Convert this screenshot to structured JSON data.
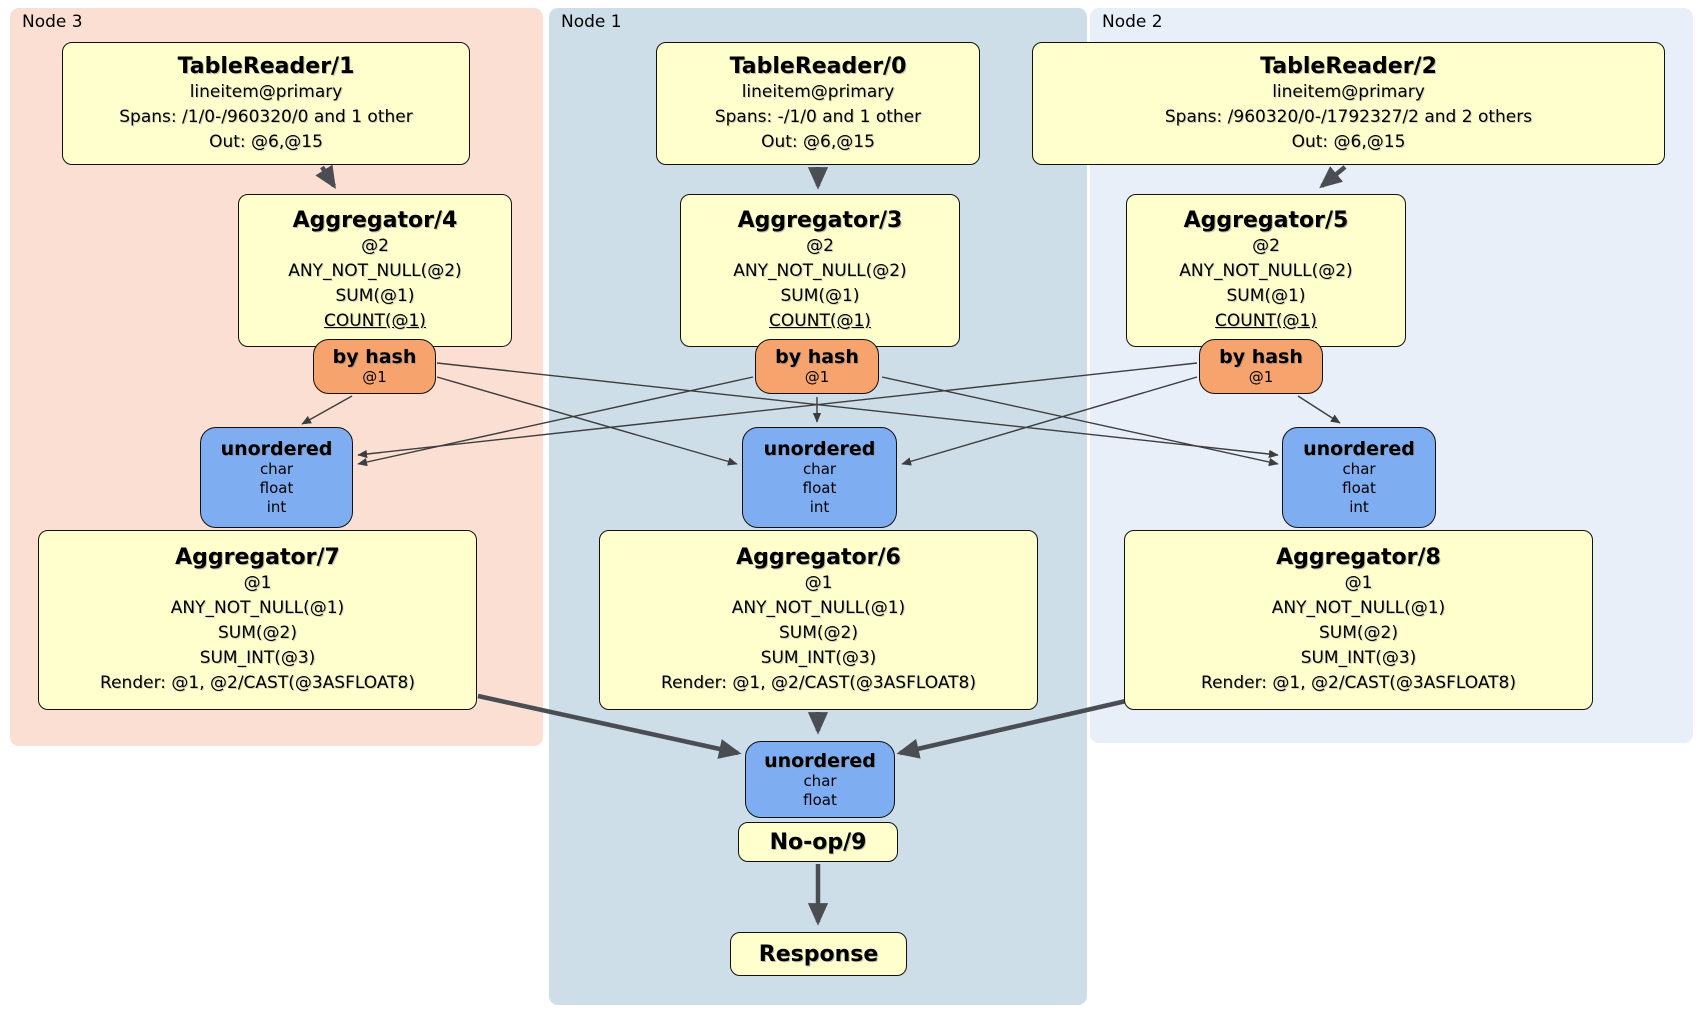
{
  "nodes": [
    {
      "label": "Node 3",
      "table_reader": {
        "title": "TableReader/1",
        "lines": [
          "lineitem@primary",
          "Spans: /1/0-/960320/0 and 1 other",
          "Out: @6,@15"
        ]
      },
      "pre_aggregator": {
        "title": "Aggregator/4",
        "lines": [
          "@2",
          "ANY_NOT_NULL(@2)",
          "SUM(@1)",
          "COUNT(@1)"
        ]
      },
      "router": {
        "title": "by hash",
        "detail": "@1"
      },
      "stream": {
        "title": "unordered",
        "types": [
          "char",
          "float",
          "int"
        ]
      },
      "post_aggregator": {
        "title": "Aggregator/7",
        "lines": [
          "@1",
          "ANY_NOT_NULL(@1)",
          "SUM(@2)",
          "SUM_INT(@3)",
          "Render: @1, @2/CAST(@3ASFLOAT8)"
        ]
      }
    },
    {
      "label": "Node 1",
      "table_reader": {
        "title": "TableReader/0",
        "lines": [
          "lineitem@primary",
          "Spans: -/1/0 and 1 other",
          "Out: @6,@15"
        ]
      },
      "pre_aggregator": {
        "title": "Aggregator/3",
        "lines": [
          "@2",
          "ANY_NOT_NULL(@2)",
          "SUM(@1)",
          "COUNT(@1)"
        ]
      },
      "router": {
        "title": "by hash",
        "detail": "@1"
      },
      "stream": {
        "title": "unordered",
        "types": [
          "char",
          "float",
          "int"
        ]
      },
      "post_aggregator": {
        "title": "Aggregator/6",
        "lines": [
          "@1",
          "ANY_NOT_NULL(@1)",
          "SUM(@2)",
          "SUM_INT(@3)",
          "Render: @1, @2/CAST(@3ASFLOAT8)"
        ]
      }
    },
    {
      "label": "Node 2",
      "table_reader": {
        "title": "TableReader/2",
        "lines": [
          "lineitem@primary",
          "Spans: /960320/0-/1792327/2 and 2 others",
          "Out: @6,@15"
        ]
      },
      "pre_aggregator": {
        "title": "Aggregator/5",
        "lines": [
          "@2",
          "ANY_NOT_NULL(@2)",
          "SUM(@1)",
          "COUNT(@1)"
        ]
      },
      "router": {
        "title": "by hash",
        "detail": "@1"
      },
      "stream": {
        "title": "unordered",
        "types": [
          "char",
          "float",
          "int"
        ]
      },
      "post_aggregator": {
        "title": "Aggregator/8",
        "lines": [
          "@1",
          "ANY_NOT_NULL(@1)",
          "SUM(@2)",
          "SUM_INT(@3)",
          "Render: @1, @2/CAST(@3ASFLOAT8)"
        ]
      }
    }
  ],
  "final_stage": {
    "stream": {
      "title": "unordered",
      "types": [
        "char",
        "float"
      ]
    },
    "noop_label": "No-op/9",
    "response_label": "Response"
  },
  "colors": {
    "node3_background": "#fbdfd2",
    "node1_background": "#cddee9",
    "node2_background": "#e8eff9",
    "processor_box": "#ffffcd",
    "router_box": "#f6a36e",
    "stream_box": "#7fadf2",
    "thin_edge": "#3d3d3d",
    "thick_edge": "#4a4e53"
  }
}
